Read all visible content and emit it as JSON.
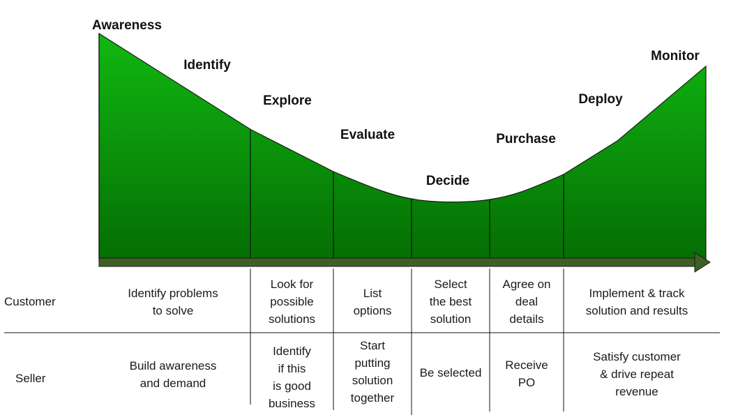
{
  "colors": {
    "fill_top": "#11b811",
    "fill_bottom": "#046e04",
    "arrow": "#3f5f25",
    "lines": "#111111"
  },
  "stages": [
    {
      "label": "Awareness"
    },
    {
      "label": "Identify"
    },
    {
      "label": "Explore"
    },
    {
      "label": "Evaluate"
    },
    {
      "label": "Decide"
    },
    {
      "label": "Purchase"
    },
    {
      "label": "Deploy"
    },
    {
      "label": "Monitor"
    }
  ],
  "rows": {
    "customer": {
      "label": "Customer",
      "cells": [
        "Identify problems\nto solve",
        "Look for\npossible\nsolutions",
        "List\noptions",
        "Select\nthe best\nsolution",
        "Agree on\ndeal\ndetails",
        "Implement & track\nsolution and results"
      ]
    },
    "seller": {
      "label": "Seller",
      "cells": [
        "Build awareness\nand demand",
        "Identify\nif this\nis good\nbusiness",
        "Start\nputting\nsolution\ntogether",
        "Be selected",
        "Receive\nPO",
        "Satisfy customer\n& drive repeat\nrevenue"
      ]
    }
  }
}
